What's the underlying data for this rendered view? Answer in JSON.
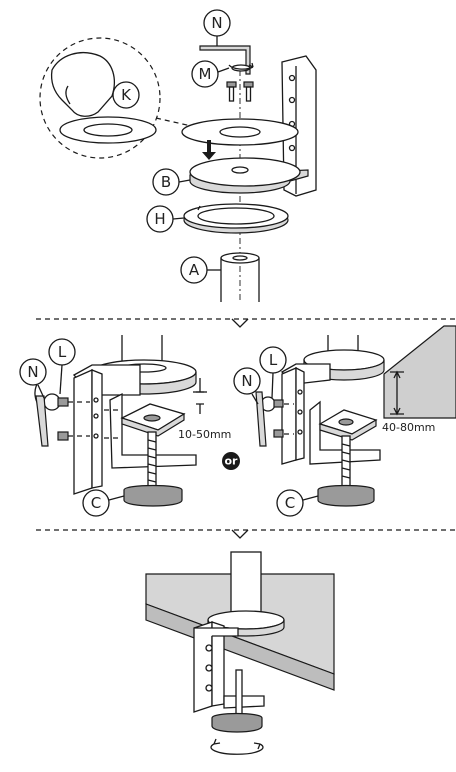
{
  "labels": {
    "n": "N",
    "m": "M",
    "k": "K",
    "b": "B",
    "h": "H",
    "a": "A",
    "l": "L",
    "c": "C"
  },
  "dimensions": {
    "small_range": "10-50mm",
    "large_range": "40-80mm"
  },
  "connector": "or",
  "colors": {
    "stroke": "#1a1a1a",
    "part_fill": "#ffffff",
    "shade": "#d9d9d9",
    "dark": "#9a9a9a",
    "desk": "#cfcfcf"
  }
}
